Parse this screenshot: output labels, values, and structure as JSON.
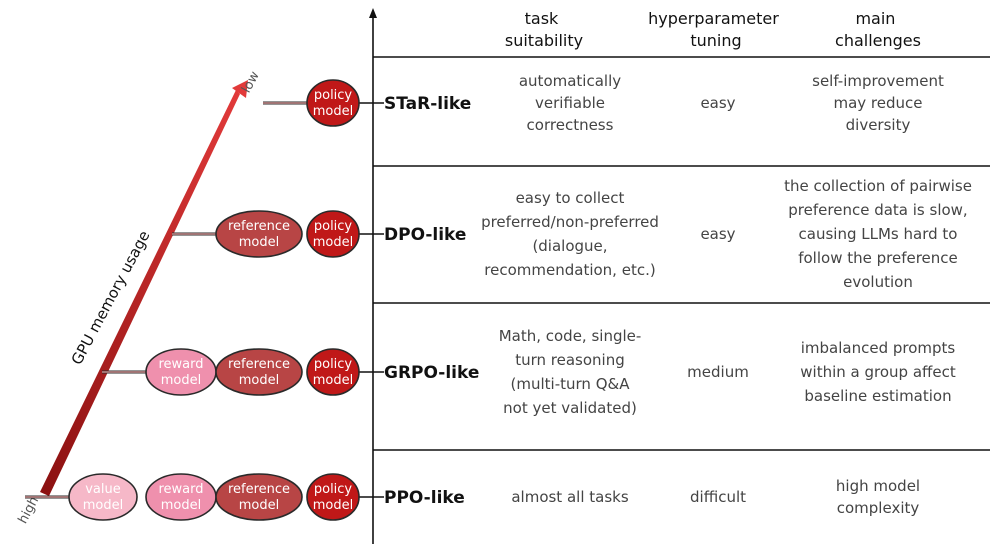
{
  "axis": {
    "label": "GPU memory usage",
    "low": "low",
    "high": "high"
  },
  "headers": {
    "task": [
      "task",
      "suitability"
    ],
    "tuning": [
      "hyperparameter",
      "tuning"
    ],
    "challenges": [
      "main",
      "challenges"
    ]
  },
  "models": {
    "value": [
      "value",
      "model"
    ],
    "reward": [
      "reward",
      "model"
    ],
    "reference": [
      "reference",
      "model"
    ],
    "policy": [
      "policy",
      "model"
    ]
  },
  "colors": {
    "policy": "#c01818",
    "reference": "#b84545",
    "reward": "#ef90ad",
    "value": "#f6b8c8",
    "outline": "#2a2a2a",
    "arrow": "#d02828",
    "arrow_dark": "#8a1010"
  },
  "rows": [
    {
      "method": "STaR-like",
      "models": [
        "policy"
      ],
      "task": [
        "automatically",
        "verifiable",
        "correctness"
      ],
      "tuning": "easy",
      "challenges": [
        "self-improvement",
        "may reduce",
        "diversity"
      ]
    },
    {
      "method": "DPO-like",
      "models": [
        "reference",
        "policy"
      ],
      "task": [
        "easy to collect",
        "preferred/non-preferred",
        "(dialogue,",
        "recommendation, etc.)"
      ],
      "tuning": "easy",
      "challenges": [
        "the collection of pairwise",
        "preference data is slow,",
        "causing LLMs hard to",
        "follow the preference",
        "evolution"
      ]
    },
    {
      "method": "GRPO-like",
      "models": [
        "reward",
        "reference",
        "policy"
      ],
      "task": [
        "Math, code, single-",
        "turn reasoning",
        "(multi-turn Q&A",
        "not yet validated)"
      ],
      "tuning": "medium",
      "challenges": [
        "imbalanced prompts",
        "within a group affect",
        "baseline estimation"
      ]
    },
    {
      "method": "PPO-like",
      "models": [
        "value",
        "reward",
        "reference",
        "policy"
      ],
      "task": [
        "almost all tasks"
      ],
      "tuning": "difficult",
      "challenges": [
        "high model",
        "complexity"
      ]
    }
  ]
}
